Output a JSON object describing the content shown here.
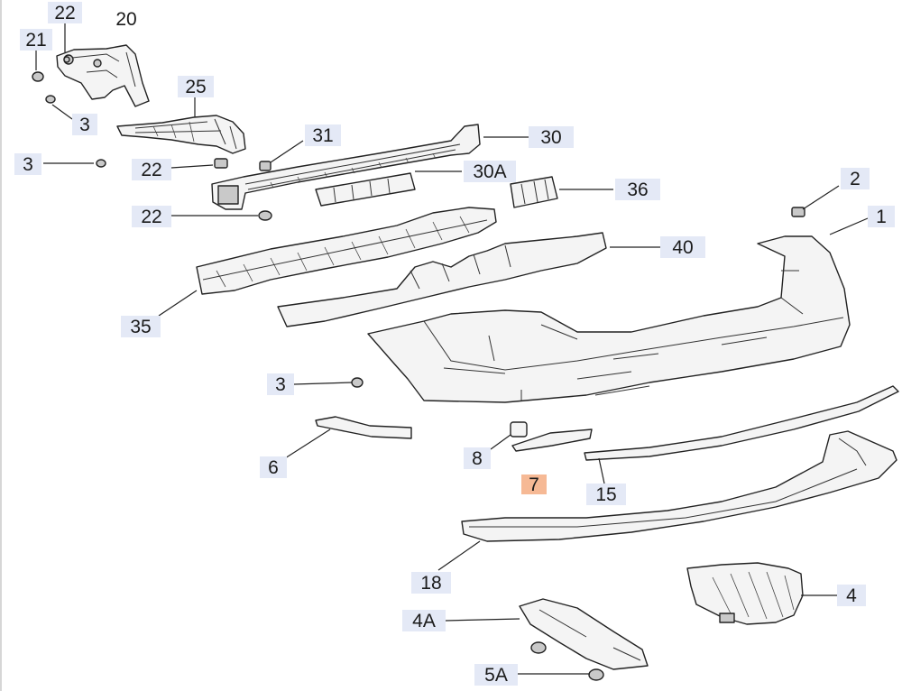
{
  "diagram": {
    "callouts": [
      {
        "id": "c22a",
        "label": "22"
      },
      {
        "id": "c20",
        "label": "20"
      },
      {
        "id": "c21",
        "label": "21"
      },
      {
        "id": "c25",
        "label": "25"
      },
      {
        "id": "c3a",
        "label": "3"
      },
      {
        "id": "c31",
        "label": "31"
      },
      {
        "id": "c30",
        "label": "30"
      },
      {
        "id": "c3b",
        "label": "3"
      },
      {
        "id": "c22b",
        "label": "22"
      },
      {
        "id": "c30A",
        "label": "30A"
      },
      {
        "id": "c36",
        "label": "36"
      },
      {
        "id": "c2",
        "label": "2"
      },
      {
        "id": "c22c",
        "label": "22"
      },
      {
        "id": "c1",
        "label": "1"
      },
      {
        "id": "c40",
        "label": "40"
      },
      {
        "id": "c35",
        "label": "35"
      },
      {
        "id": "c3c",
        "label": "3"
      },
      {
        "id": "c6",
        "label": "6"
      },
      {
        "id": "c8",
        "label": "8"
      },
      {
        "id": "c7",
        "label": "7",
        "highlight": true
      },
      {
        "id": "c15",
        "label": "15"
      },
      {
        "id": "c18",
        "label": "18"
      },
      {
        "id": "c4",
        "label": "4"
      },
      {
        "id": "c4A",
        "label": "4A"
      },
      {
        "id": "c5A",
        "label": "5A"
      }
    ],
    "colors": {
      "label_box": "#e4e9f6",
      "highlight_box": "#f6b995",
      "line": "#222222"
    }
  }
}
